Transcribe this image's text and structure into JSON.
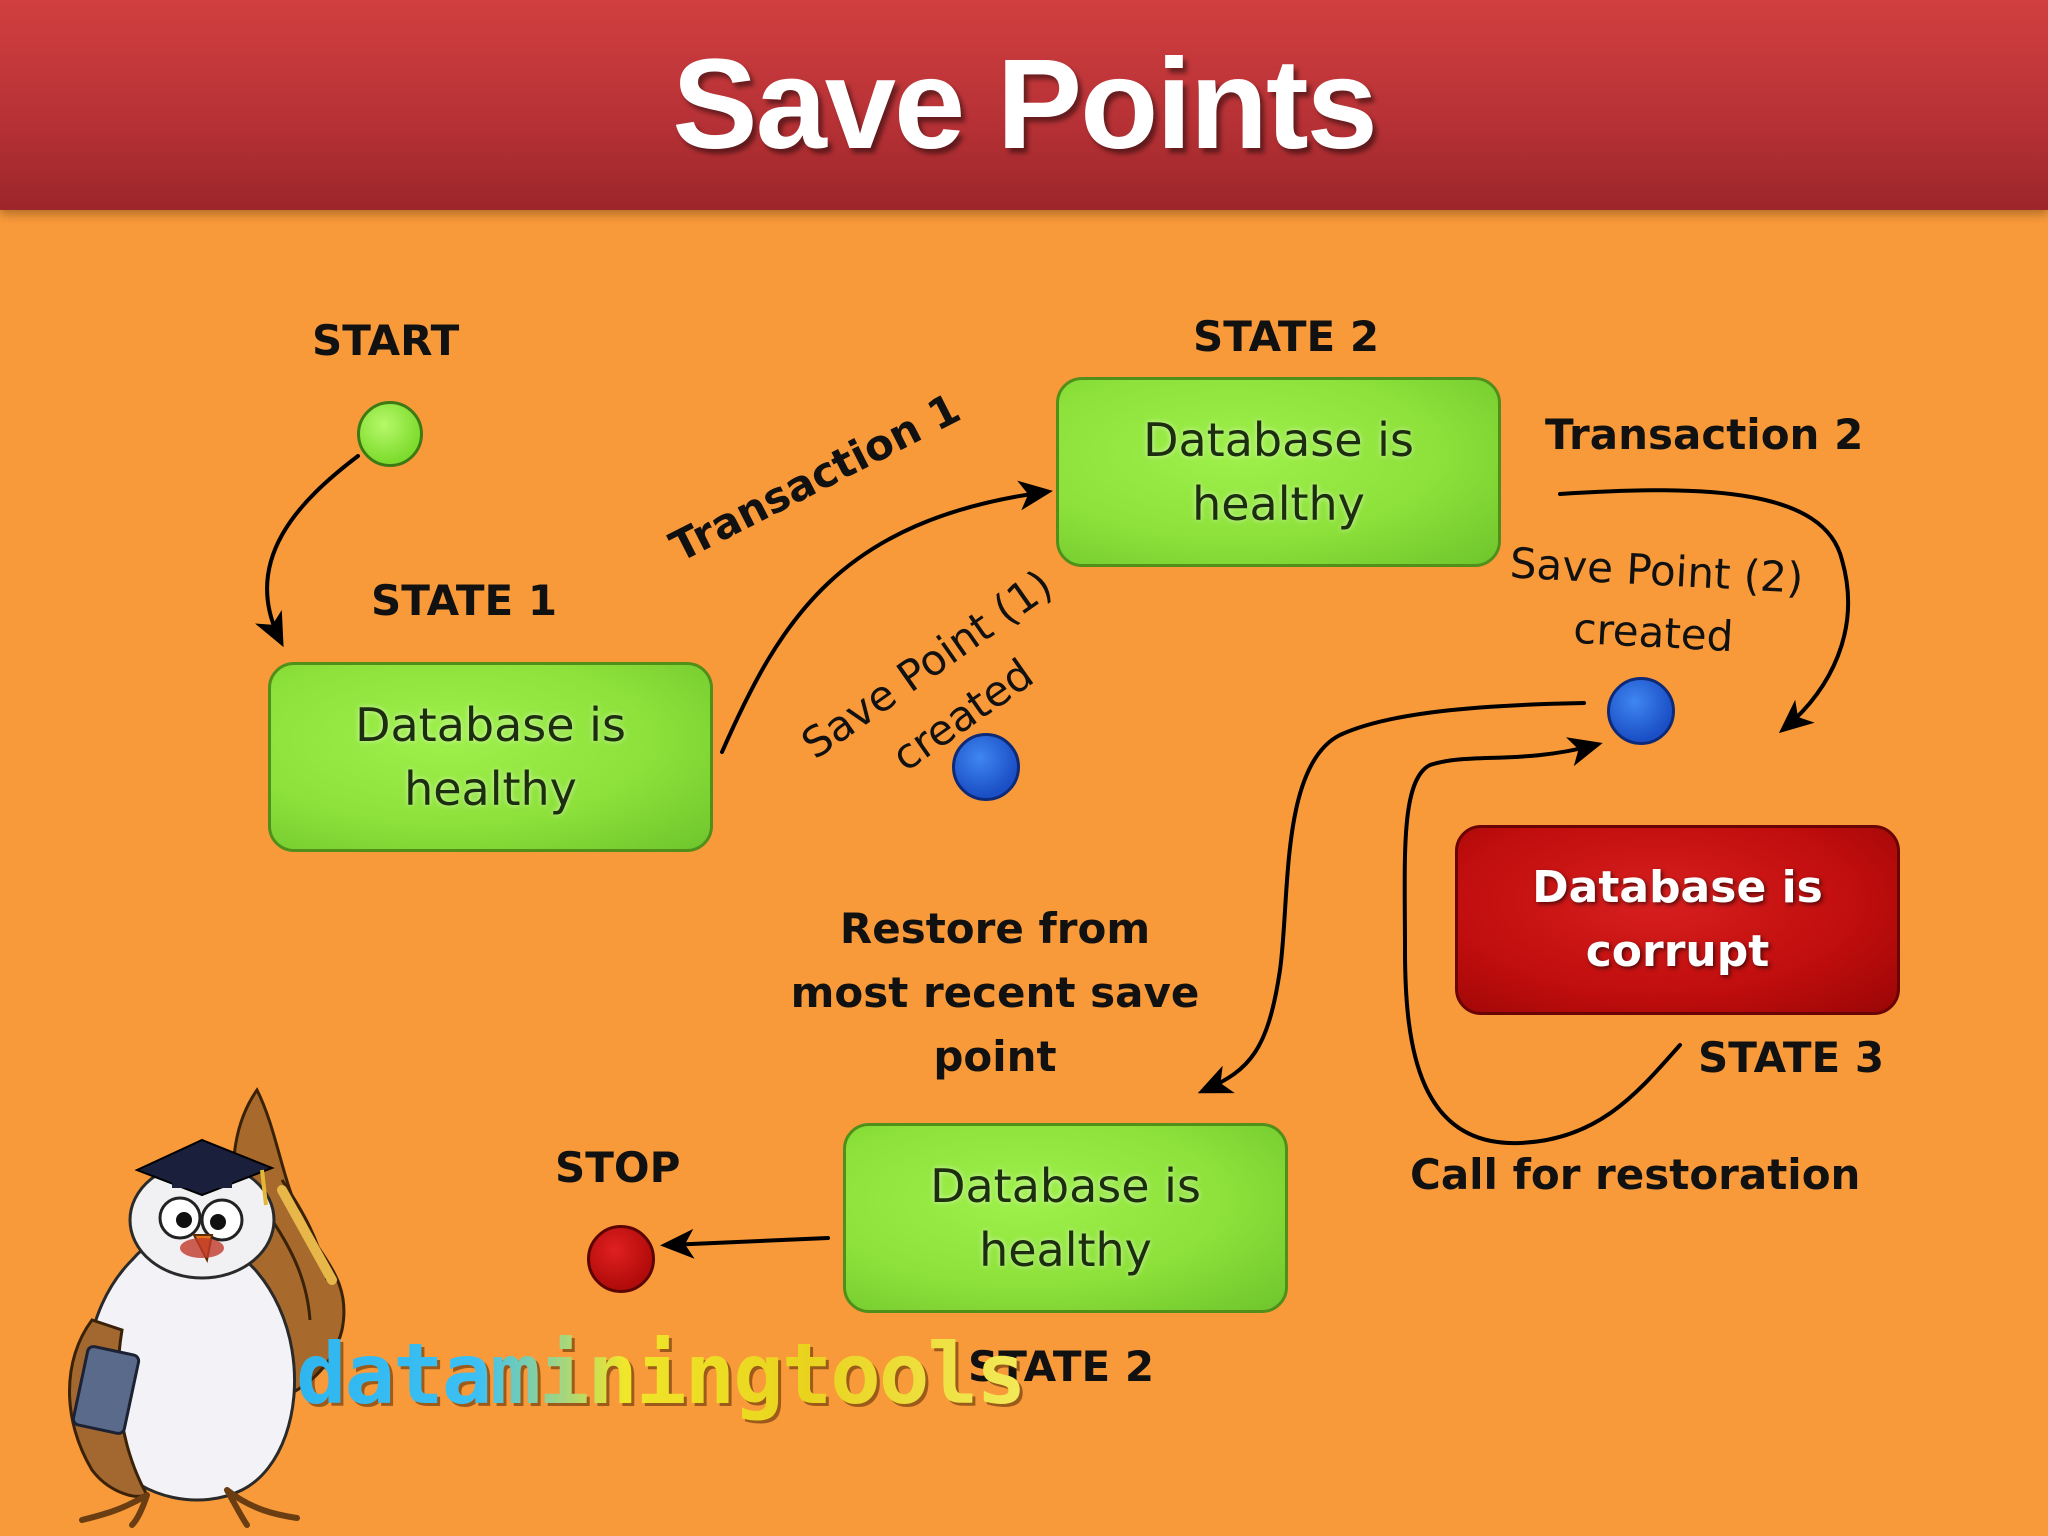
{
  "title": "Save Points",
  "labels": {
    "start": "START",
    "stop": "STOP",
    "state1": "STATE 1",
    "state2_top": "STATE 2",
    "state3": "STATE 3",
    "state2_bottom": "STATE 2",
    "transaction1": "Transaction 1",
    "transaction2": "Transaction 2",
    "call_for_restoration": "Call for restoration"
  },
  "boxes": {
    "state1": "Database is\nhealthy",
    "state2": "Database is\nhealthy",
    "state3": "Database is\ncorrupt",
    "state2_restored": "Database is\nhealthy"
  },
  "notes": {
    "save_point_1": "Save Point (1)\ncreated",
    "save_point_2": "Save Point (2)\ncreated",
    "restore": "Restore from\nmost recent save point"
  },
  "logo": {
    "text": "dataminingtools",
    "icon": "owl-mascot-icon"
  },
  "colors": {
    "background": "#f99a3a",
    "header": "#b83236",
    "healthy": "#8de13a",
    "corrupt": "#c00d0d",
    "start_dot": "#7edc2e",
    "save_point_dot": "#1b4fc6",
    "stop_dot": "#b20b0b"
  }
}
